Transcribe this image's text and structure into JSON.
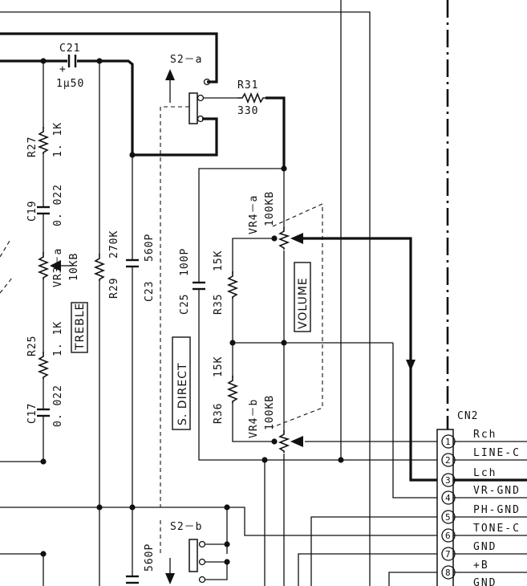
{
  "switches": {
    "s2a": "S2－a",
    "s2b": "S2－b"
  },
  "capacitors": {
    "c21": {
      "ref": "C21",
      "value": "1µ50",
      "polarity": "+"
    },
    "c19": {
      "ref": "C19",
      "value": "0. 022"
    },
    "c17": {
      "ref": "C17",
      "value": "0. 022"
    },
    "c23": {
      "ref": "C23",
      "value": "560P"
    },
    "c25": {
      "ref": "C25",
      "value": "100P"
    },
    "c_lower": {
      "value": "560P"
    }
  },
  "resistors": {
    "r31": {
      "ref": "R31",
      "value": "330"
    },
    "r27": {
      "ref": "R27",
      "value": "1. 1K"
    },
    "r25": {
      "ref": "R25",
      "value": "1. 1K"
    },
    "r29": {
      "ref": "R29",
      "value": "270K"
    },
    "r35": {
      "ref": "R35",
      "value": "15K"
    },
    "r36": {
      "ref": "R36",
      "value": "15K"
    }
  },
  "pots": {
    "vr3a": {
      "ref": "VR3－a",
      "value": "10KB"
    },
    "vr4a": {
      "ref": "VR4－a",
      "value": "100KB"
    },
    "vr4b": {
      "ref": "VR4－b",
      "value": "100KB"
    }
  },
  "boxes": {
    "treble": "TREBLE",
    "s_direct": "S. DIRECT",
    "volume": "VOLUME"
  },
  "connector": {
    "ref": "CN2",
    "pins": [
      {
        "num": "1",
        "label": "Rch"
      },
      {
        "num": "2",
        "label": "LINE-C"
      },
      {
        "num": "3",
        "label": "Lch"
      },
      {
        "num": "4",
        "label": "VR-GND"
      },
      {
        "num": "5",
        "label": "PH-GND"
      },
      {
        "num": "6",
        "label": "TONE-C"
      },
      {
        "num": "7",
        "label": "GND"
      },
      {
        "num": "8",
        "label": "+B"
      },
      {
        "num": "",
        "label": "GND"
      }
    ]
  }
}
